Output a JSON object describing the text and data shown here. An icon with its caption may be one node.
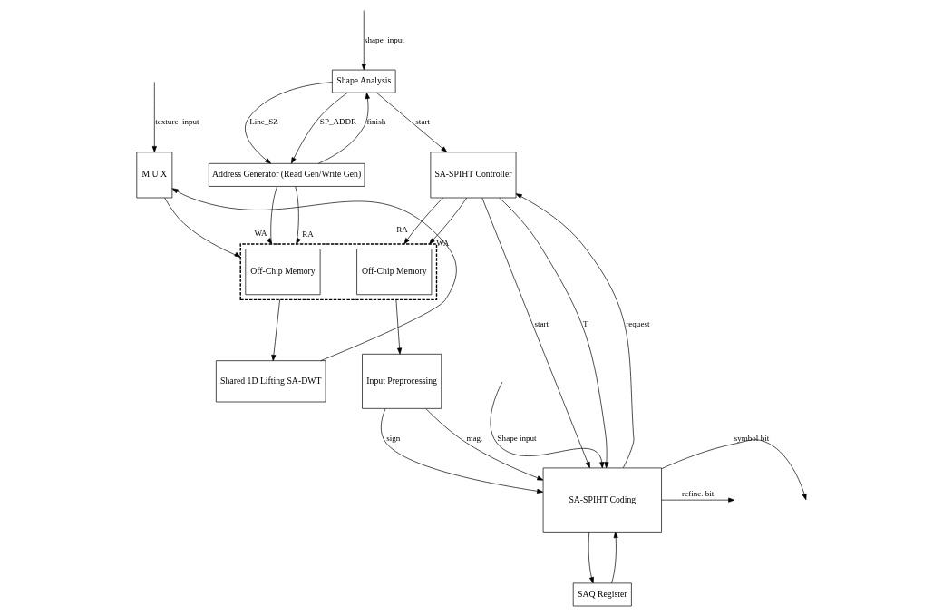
{
  "diagram": {
    "nodes": [
      {
        "text": [
          "Shape Analysis"
        ]
      },
      {
        "text": [
          "Address Generator (Read Gen/Write Gen)"
        ]
      },
      {
        "text": [
          "SA-SPIHT Controller"
        ]
      },
      {
        "text": [
          "Input Preprocessing"
        ]
      },
      {
        "text": [
          "M U X"
        ]
      },
      {
        "text": [],
        "shape": "box"
      },
      {
        "text": [
          "Off-Chip Memory"
        ],
        "in": 5
      },
      {
        "text": [
          "Off-Chip Memory"
        ],
        "in": 5
      },
      {
        "text": [
          "SA-SPIHT Coding"
        ]
      },
      {
        "text": [
          "Shared 1D Lifting SA-DWT"
        ]
      },
      {
        "text": [
          "SAQ Register"
        ]
      }
    ],
    "edges": [
      {
        "from": null,
        "to": 0,
        "arrow": "to",
        "label": "shape  input"
      },
      {
        "from": 0,
        "to": 1,
        "arrow": "to",
        "label": "Line_SZ"
      },
      {
        "from": 0,
        "to": 1,
        "arrow": "to",
        "label": "SP_ADDR"
      },
      {
        "from": 1,
        "to": 0,
        "arrow": "to",
        "label": "finish"
      },
      {
        "from": 0,
        "to": 2,
        "arrow": "to",
        "label": "start"
      },
      {
        "from": 2,
        "to": 5,
        "arrow": "to",
        "label": "RA"
      },
      {
        "from": 2,
        "to": 5,
        "arrow": "to",
        "label": "WA"
      },
      {
        "from": 1,
        "to": 5,
        "arrow": "to",
        "label": "WA"
      },
      {
        "from": 1,
        "to": 5,
        "arrow": "to",
        "label": "RA"
      },
      {
        "from": null,
        "to": 4,
        "arrow": "to",
        "label": "texture  input"
      },
      {
        "from": 9,
        "to": 4,
        "arrow": "to"
      },
      {
        "from": 4,
        "to": 5,
        "arrow": "to"
      },
      {
        "from": 5,
        "to": 3,
        "arrow": "to"
      },
      {
        "from": 5,
        "to": 9,
        "arrow": "to"
      },
      {
        "from": 3,
        "to": 8,
        "arrow": "to",
        "label": "sign"
      },
      {
        "from": 3,
        "to": 8,
        "arrow": "to",
        "label": "mag."
      },
      {
        "from": null,
        "to": 8,
        "arrow": "to",
        "label": "Shape input"
      },
      {
        "from": 2,
        "to": 8,
        "arrow": "to",
        "label": "start"
      },
      {
        "from": 2,
        "to": 8,
        "arrow": "to",
        "label": "T"
      },
      {
        "from": 8,
        "to": 2,
        "arrow": "to",
        "label": "request"
      },
      {
        "from": 8,
        "to": null,
        "arrow": "to",
        "label": "symbol bit"
      },
      {
        "from": 8,
        "to": null,
        "arrow": "to",
        "label": "refine. bit"
      },
      {
        "from": 8,
        "to": 10,
        "arrow": "to"
      },
      {
        "from": 10,
        "to": 8,
        "arrow": "to"
      }
    ]
  }
}
